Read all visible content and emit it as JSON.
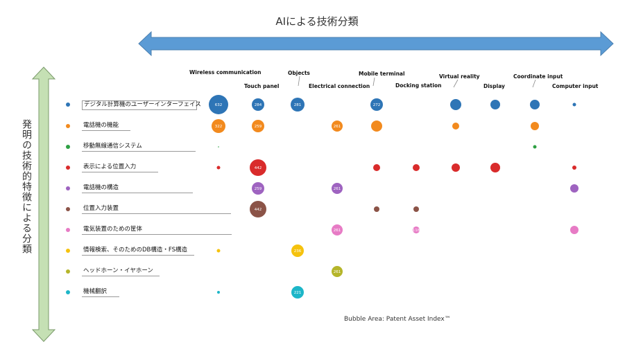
{
  "titles": {
    "top": "AIによる技術分類",
    "side": "発明の技術的特徴による分類"
  },
  "footnote": "Bubble Area: Patent Asset Index™",
  "colors": {
    "arrow_blue": "#5B9BD5",
    "arrow_green": "#C5E0B4",
    "arrow_outline": "#6a8fb5"
  },
  "chart_data": {
    "type": "bubble-matrix",
    "columns": [
      "Wireless communication",
      "Touch panel",
      "Objects",
      "Electrical connection",
      "Mobile terminal",
      "Docking station",
      "Virtual reality",
      "Display",
      "Coordinate input",
      "Computer input"
    ],
    "rows": [
      {
        "label": "デジタル計算機のユーザーインターフェイス",
        "color": "#2E75B6",
        "boxed": true
      },
      {
        "label": "電話機の機能",
        "color": "#F28A1E",
        "boxed": false
      },
      {
        "label": "移動無線通信システム",
        "color": "#2EA043",
        "boxed": false
      },
      {
        "label": "表示による位置入力",
        "color": "#D92B2B",
        "boxed": false
      },
      {
        "label": "電話機の構造",
        "color": "#9E63C0",
        "boxed": false
      },
      {
        "label": "位置入力装置",
        "color": "#8B5347",
        "boxed": false
      },
      {
        "label": "電気装置のための筐体",
        "color": "#E77BC5",
        "boxed": false
      },
      {
        "label": "情報検索、そのためのDB構造・FS構造",
        "color": "#F5C20E",
        "boxed": false
      },
      {
        "label": "ヘッドホーン・イヤホーン",
        "color": "#B5B52A",
        "boxed": false
      },
      {
        "label": "機械翻訳",
        "color": "#1DB6C8",
        "boxed": false
      }
    ],
    "bubbles": [
      {
        "row": 0,
        "col": 0,
        "r": 14,
        "label": "632"
      },
      {
        "row": 0,
        "col": 1,
        "r": 9,
        "label": "284"
      },
      {
        "row": 0,
        "col": 2,
        "r": 10,
        "label": "281"
      },
      {
        "row": 0,
        "col": 4,
        "r": 9,
        "label": "272"
      },
      {
        "row": 0,
        "col": 6,
        "r": 8,
        "label": ""
      },
      {
        "row": 0,
        "col": 7,
        "r": 7,
        "label": ""
      },
      {
        "row": 0,
        "col": 8,
        "r": 7,
        "label": ""
      },
      {
        "row": 0,
        "col": 9,
        "r": 2.5,
        "label": ""
      },
      {
        "row": 1,
        "col": 0,
        "r": 10,
        "label": "322"
      },
      {
        "row": 1,
        "col": 1,
        "r": 9,
        "label": "259"
      },
      {
        "row": 1,
        "col": 3,
        "r": 8,
        "label": "261"
      },
      {
        "row": 1,
        "col": 4,
        "r": 8,
        "label": ""
      },
      {
        "row": 1,
        "col": 6,
        "r": 5,
        "label": ""
      },
      {
        "row": 1,
        "col": 8,
        "r": 6,
        "label": ""
      },
      {
        "row": 2,
        "col": 0,
        "r": 0.8,
        "label": ""
      },
      {
        "row": 2,
        "col": 8,
        "r": 2.5,
        "label": ""
      },
      {
        "row": 3,
        "col": 0,
        "r": 2.5,
        "label": ""
      },
      {
        "row": 3,
        "col": 1,
        "r": 12,
        "label": "442"
      },
      {
        "row": 3,
        "col": 4,
        "r": 5,
        "label": ""
      },
      {
        "row": 3,
        "col": 5,
        "r": 5,
        "label": ""
      },
      {
        "row": 3,
        "col": 6,
        "r": 6,
        "label": ""
      },
      {
        "row": 3,
        "col": 7,
        "r": 7,
        "label": ""
      },
      {
        "row": 3,
        "col": 9,
        "r": 3,
        "label": ""
      },
      {
        "row": 4,
        "col": 1,
        "r": 9,
        "label": "259"
      },
      {
        "row": 4,
        "col": 3,
        "r": 8,
        "label": "261"
      },
      {
        "row": 4,
        "col": 9,
        "r": 6,
        "label": ""
      },
      {
        "row": 5,
        "col": 1,
        "r": 12,
        "label": "442"
      },
      {
        "row": 5,
        "col": 4,
        "r": 4,
        "label": ""
      },
      {
        "row": 5,
        "col": 5,
        "r": 4,
        "label": ""
      },
      {
        "row": 6,
        "col": 3,
        "r": 8,
        "label": "261"
      },
      {
        "row": 6,
        "col": 5,
        "r": 5,
        "label": "118"
      },
      {
        "row": 6,
        "col": 9,
        "r": 6,
        "label": ""
      },
      {
        "row": 7,
        "col": 0,
        "r": 2.5,
        "label": ""
      },
      {
        "row": 7,
        "col": 2,
        "r": 9,
        "label": "236"
      },
      {
        "row": 8,
        "col": 3,
        "r": 8,
        "label": "261"
      },
      {
        "row": 9,
        "col": 0,
        "r": 2,
        "label": ""
      },
      {
        "row": 9,
        "col": 2,
        "r": 9,
        "label": "221"
      }
    ]
  }
}
